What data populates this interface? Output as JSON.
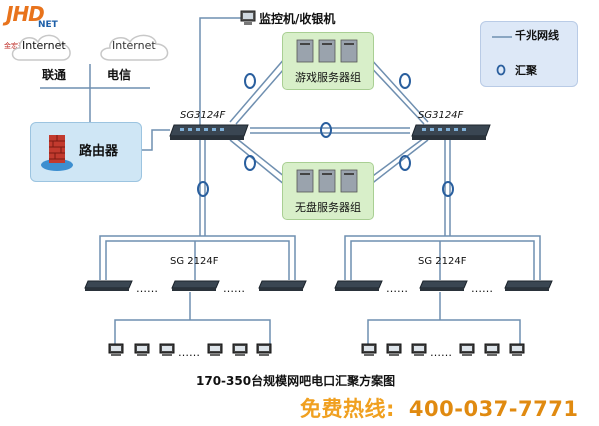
{
  "logo": {
    "brand": "JHD",
    "net": "NET",
    "tagline": "金宏达网络"
  },
  "clouds": [
    {
      "label": "Internet"
    },
    {
      "label": "Internet"
    }
  ],
  "isps": {
    "unicom": "联通",
    "telecom": "电信"
  },
  "router": {
    "label": "路由器"
  },
  "monitor": {
    "label": "监控机/收银机"
  },
  "core_switches": [
    {
      "label": "SG3124F"
    },
    {
      "label": "SG3124F"
    }
  ],
  "server_groups": [
    {
      "label": "游戏服务器组"
    },
    {
      "label": "无盘服务器组"
    }
  ],
  "access_groups": [
    {
      "label": "SG 2124F"
    },
    {
      "label": "SG 2124F"
    }
  ],
  "ellipsis": "……",
  "legend": {
    "gigabit": "千兆网线",
    "aggregation": "汇聚"
  },
  "caption": "170-350台规模网吧电口汇聚方案图",
  "hotline": {
    "label": "免费热线:",
    "number": "400-037-7771"
  },
  "colors": {
    "line": "#6f8fb0",
    "aggregation_ring": "#2a5f9e",
    "hotline": "#f0a020",
    "server_box": "#d8efc9",
    "router_box": "#cfe6f5",
    "legend_box": "#dde8f7"
  }
}
